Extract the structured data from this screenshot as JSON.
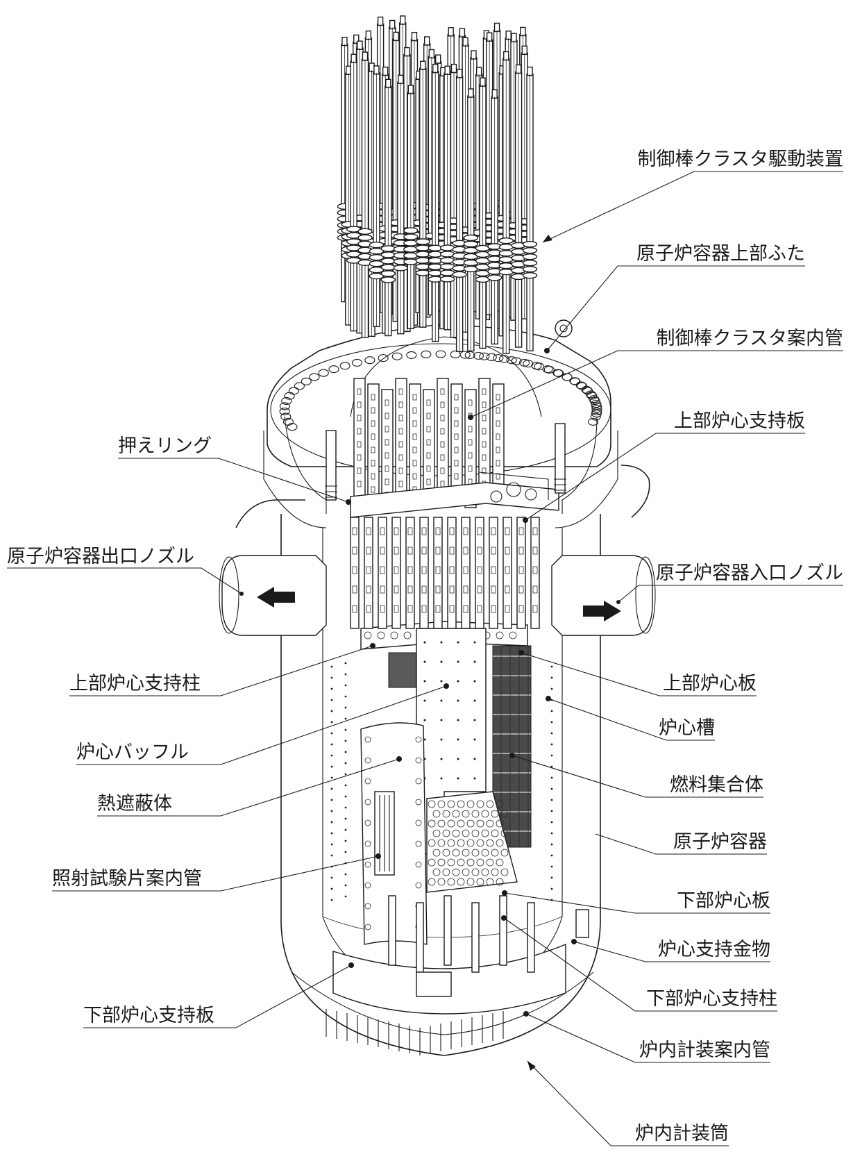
{
  "labels": {
    "crdm": "制御棒クラスタ駆動装置",
    "vessel_head": "原子炉容器上部ふた",
    "guide_tube": "制御棒クラスタ案内管",
    "upper_support_plate": "上部炉心支持板",
    "holddown_ring": "押えリング",
    "outlet_nozzle": "原子炉容器出口ノズル",
    "inlet_nozzle": "原子炉容器入口ノズル",
    "upper_support_column": "上部炉心支持柱",
    "upper_core_plate": "上部炉心板",
    "core_barrel": "炉心槽",
    "baffle": "炉心バッフル",
    "fuel_assembly": "燃料集合体",
    "thermal_shield": "熱遮蔽体",
    "vessel": "原子炉容器",
    "specimen_guide": "照射試験片案内管",
    "lower_core_plate": "下部炉心板",
    "core_support_fitting": "炉心支持金物",
    "lower_support_column": "下部炉心支持柱",
    "lower_support_plate": "下部炉心支持板",
    "instr_guide": "炉内計装案内管",
    "instr_thimble": "炉内計装筒"
  },
  "colors": {
    "ink": "#1a1a1a",
    "paper": "#ffffff",
    "fuel": "#555555"
  }
}
